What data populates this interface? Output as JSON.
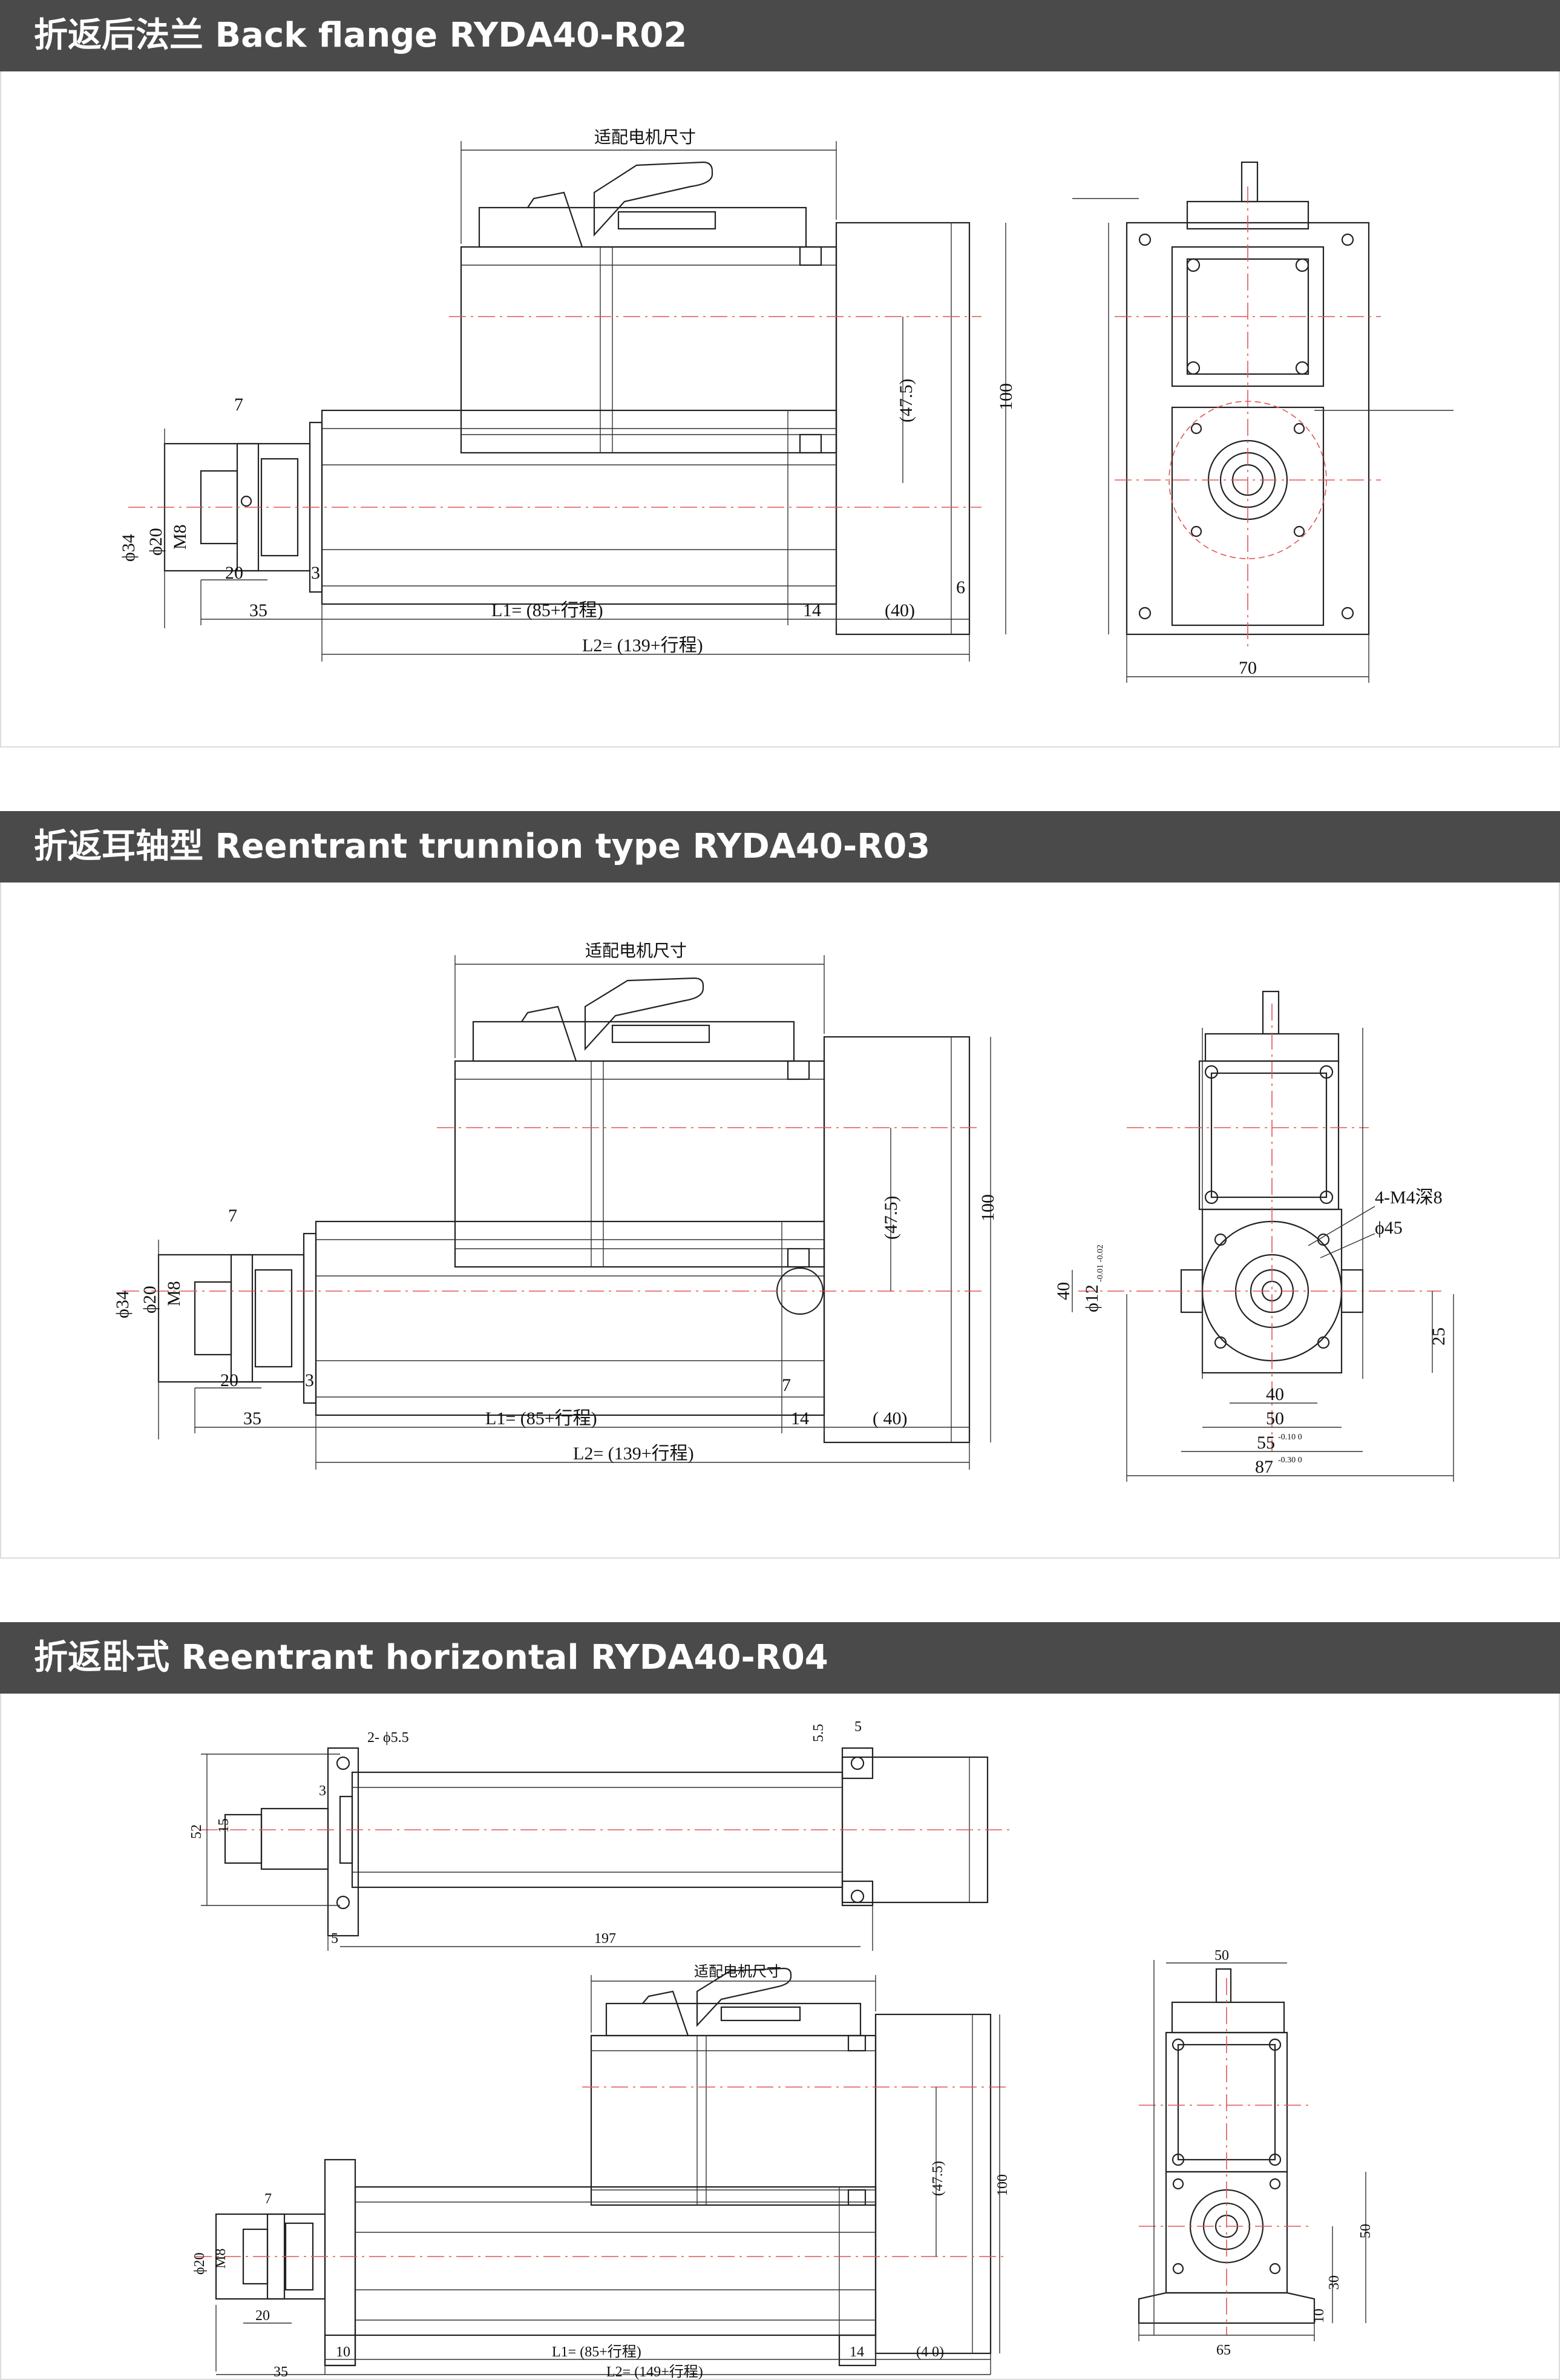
{
  "sections": [
    {
      "title": "折返后法兰 Back flange RYDA40-R02",
      "labels": {
        "motor_size": "适配电机尺寸",
        "d7": "7",
        "d34": "ϕ34",
        "d20": "ϕ20",
        "m8": "M8",
        "d20b": "20",
        "d3": "3",
        "d35": "35",
        "l1": "L1= (85+行程)",
        "d14": "14",
        "d40": "(40)",
        "l2": "L2= (139+行程)",
        "d475": "(47.5)",
        "d100": "100",
        "d6": "6",
        "d70": "70"
      }
    },
    {
      "title": "折返耳轴型 Reentrant trunnion type RYDA40-R03",
      "labels": {
        "motor_size": "适配电机尺寸",
        "d7": "7",
        "d34": "ϕ34",
        "d20": "ϕ20",
        "m8": "M8",
        "d20b": "20",
        "d3": "3",
        "d35": "35",
        "l1": "L1= (85+行程)",
        "d14": "14",
        "d40": "( 40)",
        "l2": "L2= (139+行程)",
        "d475": "(47.5)",
        "d100": "100",
        "d7b": "7",
        "m4": "4-M4深8",
        "d45": "ϕ45",
        "d12": "ϕ12",
        "d12tol": "-0.01 -0.02",
        "d40v": "40",
        "d25": "25",
        "d40h": "40",
        "d50": "50",
        "d55": "55",
        "d55tol": "-0.10 0",
        "d87": "87",
        "d87tol": "-0.30 0"
      }
    },
    {
      "title": "折返卧式 Reentrant horizontal RYDA40-R04",
      "labels": {
        "holes": "2- ϕ5.5",
        "d55": "5.5",
        "d5top": "5",
        "d52": "52",
        "d15": "15",
        "d3": "3",
        "d5": "5",
        "d197": "197",
        "motor_size": "适配电机尺寸",
        "d7": "7",
        "d20": "ϕ20",
        "m8": "M8",
        "d20b": "20",
        "d10": "10",
        "d35": "35",
        "l1": "L1= (85+行程)",
        "d14": "14",
        "d40": "(4 0)",
        "l2": "L2= (149+行程)",
        "d475": "(47.5)",
        "d100": "100",
        "d50top": "50",
        "d50v": "50",
        "d30": "30",
        "d10v": "10",
        "d65": "65"
      }
    }
  ]
}
